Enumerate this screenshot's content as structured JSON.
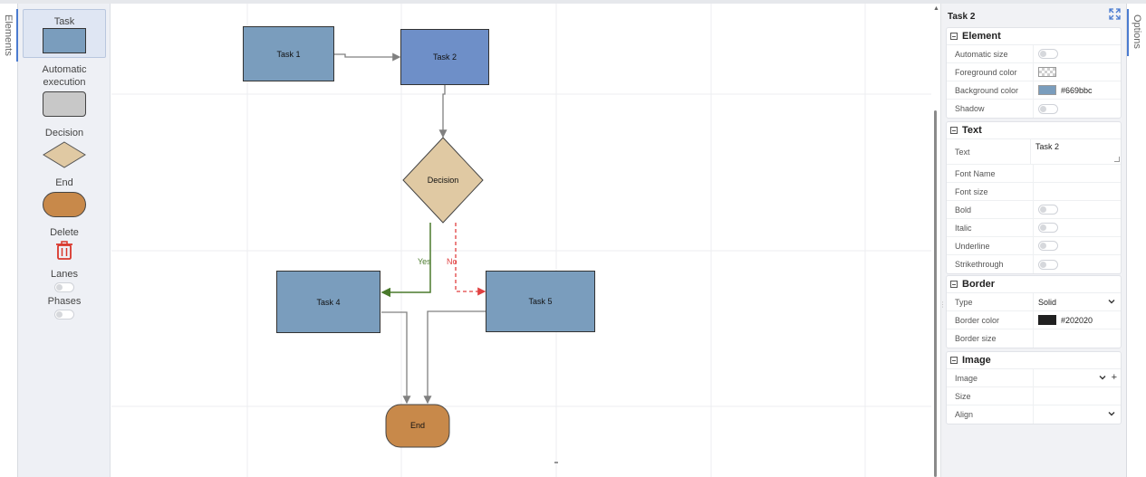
{
  "tabs": {
    "left": "Elements",
    "right": "Options"
  },
  "palette": {
    "task": "Task",
    "automatic": "Automatic execution",
    "decision": "Decision",
    "end": "End",
    "delete": "Delete",
    "lanes": "Lanes",
    "phases": "Phases"
  },
  "diagram": {
    "task1": "Task 1",
    "task2": "Task 2",
    "decision": "Decision",
    "yes": "Yes",
    "no": "No",
    "task4": "Task 4",
    "task5": "Task 5",
    "end": "End"
  },
  "colors": {
    "task": "#7a9dbd",
    "task_selected": "#669bbc",
    "decision": "#e0c9a3",
    "end": "#c8894a",
    "yes_line": "#4a7a2c",
    "no_line": "#e04040",
    "connector": "#808080"
  },
  "options": {
    "title": "Task 2",
    "element": {
      "header": "Element",
      "automatic_size": "Automatic size",
      "foreground_color": "Foreground color",
      "background_color": "Background color",
      "background_value": "#669bbc",
      "shadow": "Shadow"
    },
    "text": {
      "header": "Text",
      "text_label": "Text",
      "text_value": "Task 2",
      "font_name": "Font Name",
      "font_size": "Font size",
      "bold": "Bold",
      "italic": "Italic",
      "underline": "Underline",
      "strikethrough": "Strikethrough"
    },
    "border": {
      "header": "Border",
      "type": "Type",
      "type_value": "Solid",
      "border_color": "Border color",
      "border_color_value": "#202020",
      "border_size": "Border size"
    },
    "image": {
      "header": "Image",
      "image": "Image",
      "size": "Size",
      "align": "Align"
    }
  }
}
